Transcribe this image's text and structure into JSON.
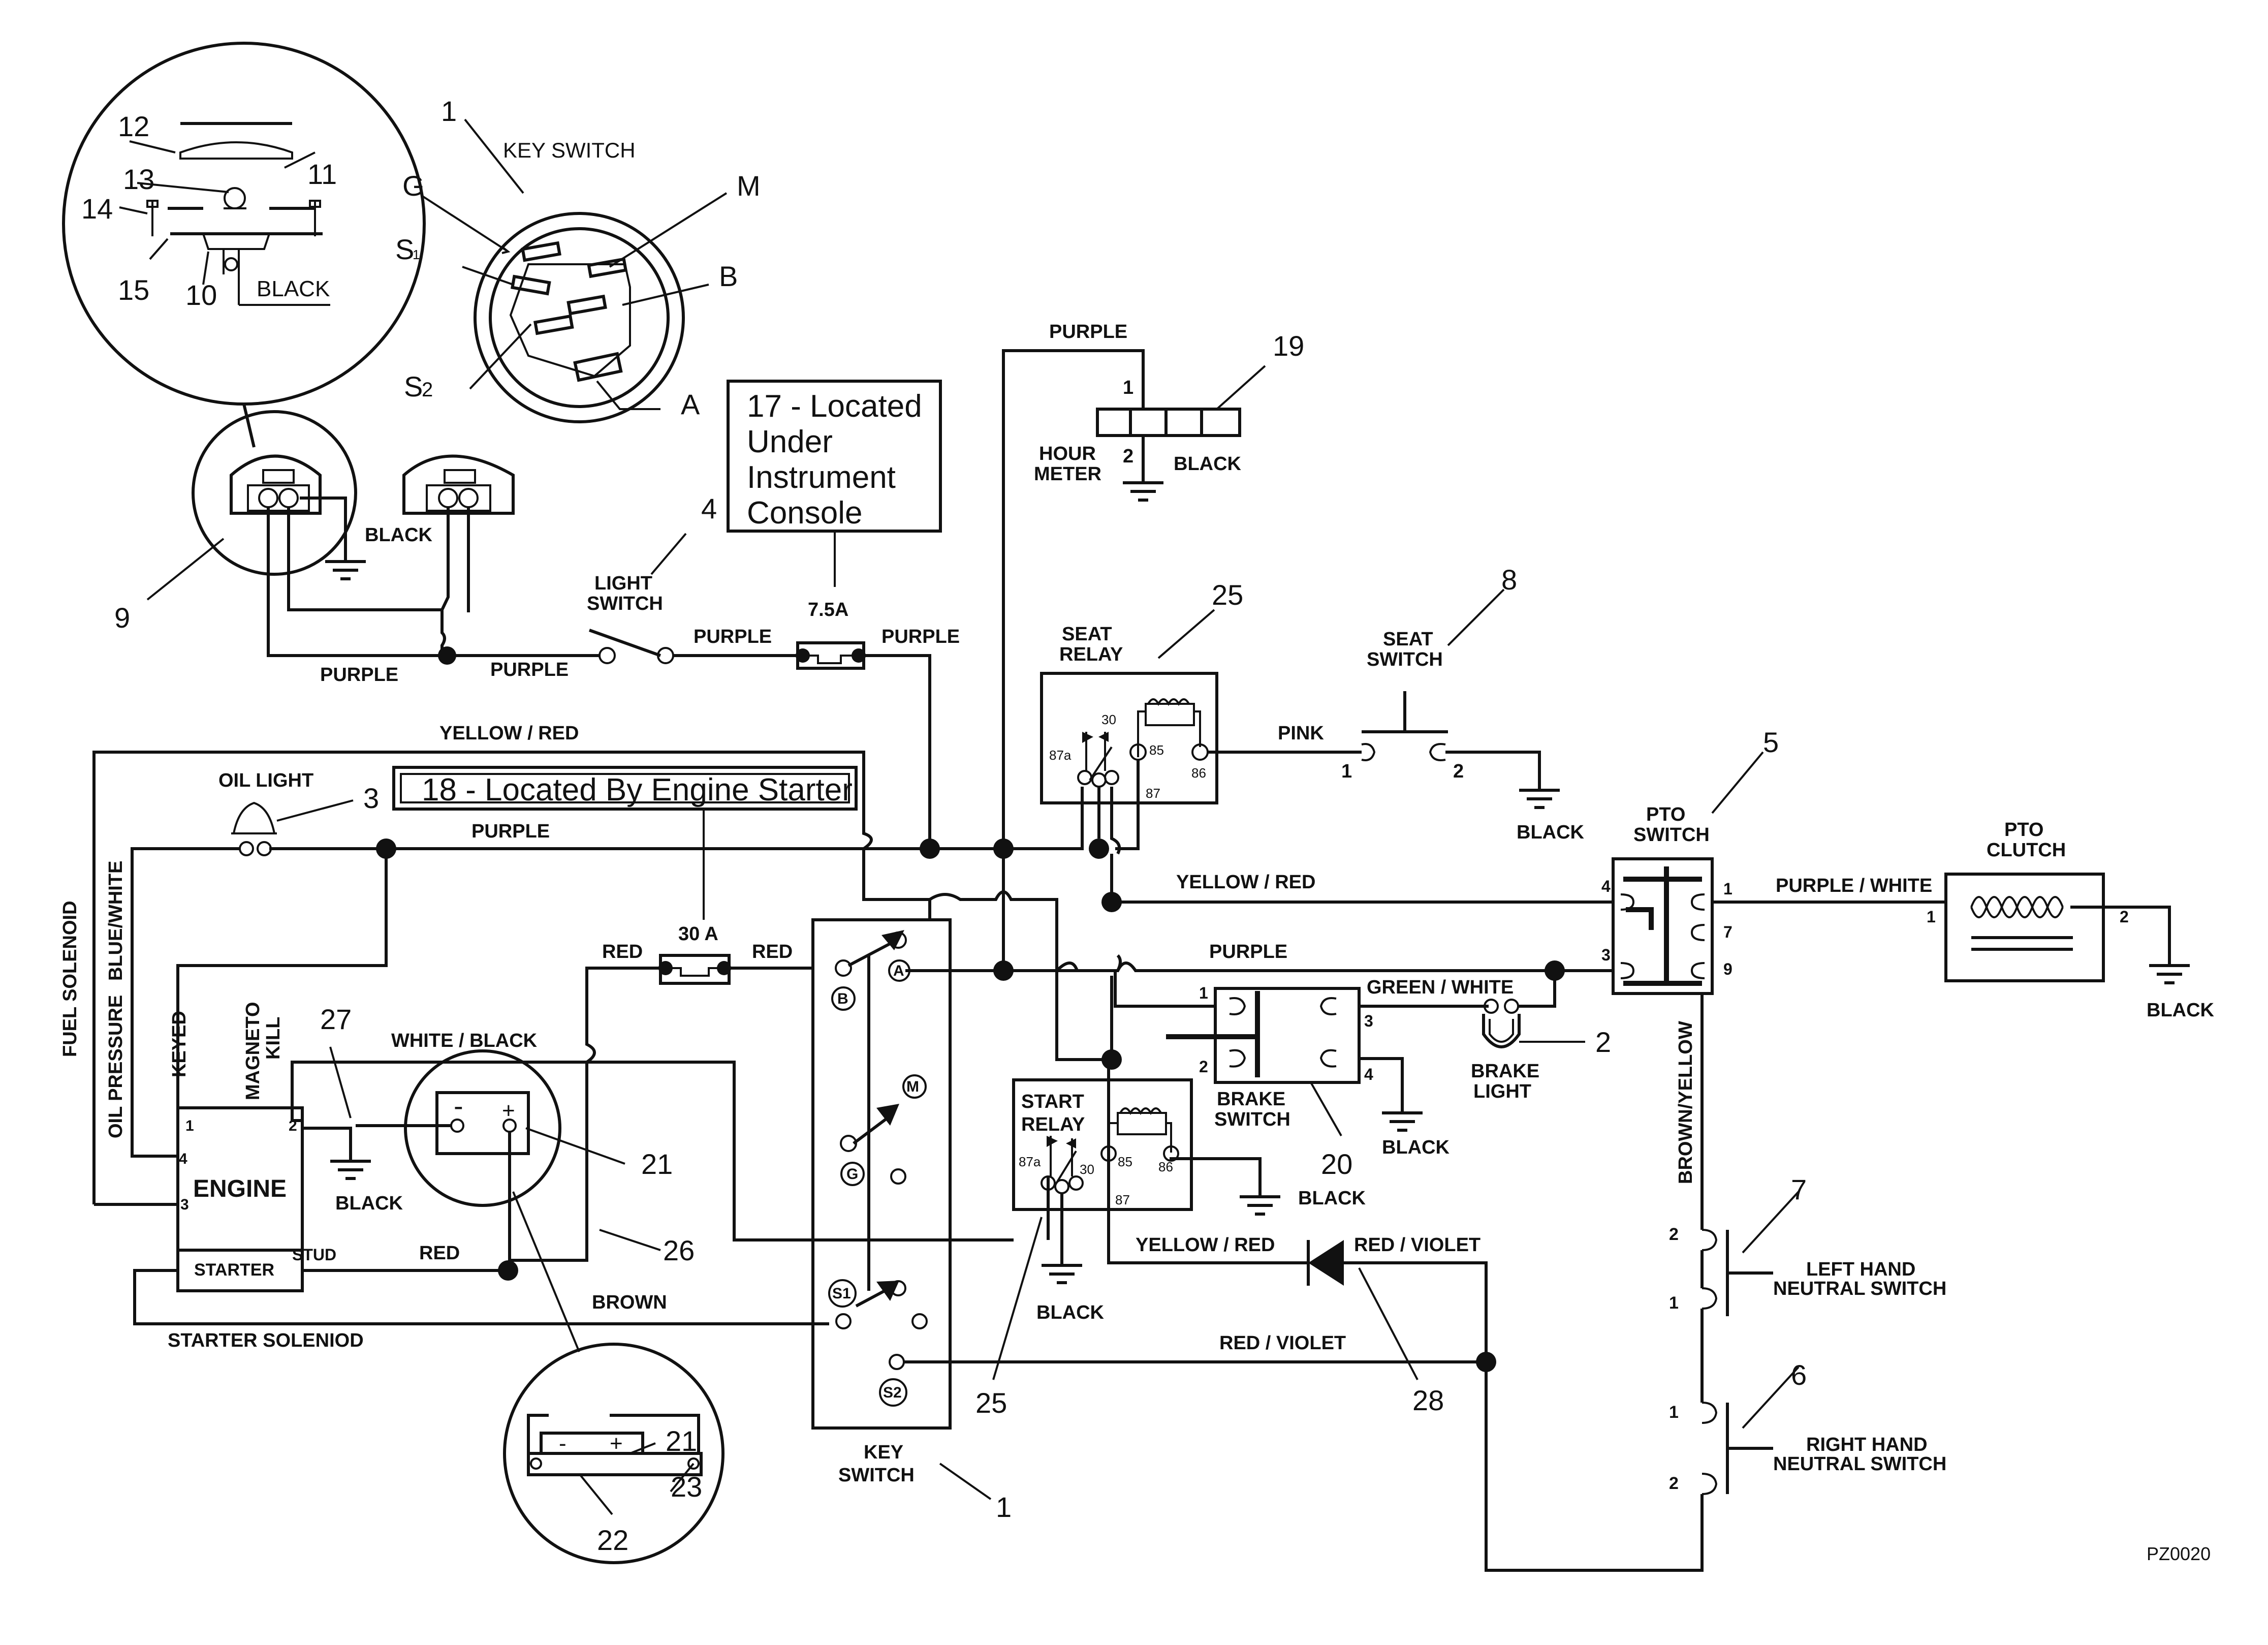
{
  "callouts": {
    "c1_top": "1",
    "c1_bottom": "1",
    "c2": "2",
    "c3": "3",
    "c4": "4",
    "c5": "5",
    "c6": "6",
    "c7": "7",
    "c8": "8",
    "c9": "9",
    "c10": "10",
    "c11": "11",
    "c12": "12",
    "c13": "13",
    "c14": "14",
    "c15": "15",
    "c19": "19",
    "c20": "20",
    "c21a": "21",
    "c21b": "21",
    "c22": "22",
    "c23": "23",
    "c25a": "25",
    "c25b": "25",
    "c26": "26",
    "c27": "27",
    "c28": "28"
  },
  "key_switch_top": {
    "title": "KEY SWITCH",
    "pins": {
      "g": "G",
      "m": "M",
      "s1": "S",
      "s1_sub": "1",
      "b": "B",
      "s2": "S",
      "s2_sub": "2",
      "a": "A"
    }
  },
  "bulb": {
    "black": "BLACK"
  },
  "lamp_ground": "BLACK",
  "note17": {
    "line1": "17 - Located",
    "line2": "Under",
    "line3": "Instrument",
    "line4": "Console"
  },
  "fuse_small": "7.5A",
  "note18": "18 - Located By Engine Starter",
  "fuse_large": "30 A",
  "light_switch": {
    "line1": "LIGHT",
    "line2": "SWITCH"
  },
  "hour_meter": {
    "line1": "HOUR",
    "line2": "METER",
    "pin1": "1",
    "pin2": "2",
    "black": "BLACK"
  },
  "seat_relay": {
    "line1": "SEAT",
    "line2": "RELAY",
    "p87a": "87a",
    "p30": "30",
    "p85": "85",
    "p86": "86",
    "p87": "87"
  },
  "start_relay": {
    "line1": "START",
    "line2": "RELAY",
    "p87a": "87a",
    "p30": "30",
    "p85": "85",
    "p86": "86",
    "p87": "87"
  },
  "seat_switch": {
    "line1": "SEAT",
    "line2": "SWITCH",
    "pin1": "1",
    "pin2": "2",
    "black": "BLACK"
  },
  "pto_switch": {
    "line1": "PTO",
    "line2": "SWITCH",
    "p4": "4",
    "p1": "1",
    "p7": "7",
    "p3": "3",
    "p9": "9"
  },
  "pto_clutch": {
    "line1": "PTO",
    "line2": "CLUTCH",
    "pin1": "1",
    "pin2": "2",
    "black": "BLACK"
  },
  "oil_light": "OIL LIGHT",
  "engine": {
    "label": "ENGINE",
    "starter": "STARTER",
    "stud": "STUD",
    "pin1": "1",
    "pin2": "2",
    "pin3": "3",
    "pin4": "4",
    "fuel_solenoid": "FUEL SOLENOID",
    "blue_white": "BLUE/WHITE",
    "oil_pressure": "OIL PRESSURE",
    "keyed": "KEYED",
    "magneto": "MAGNETO",
    "kill": "KILL"
  },
  "key_switch_bottom": {
    "line1": "KEY",
    "line2": "SWITCH",
    "a": "A",
    "b": "B",
    "m": "M",
    "g": "G",
    "s1": "S1",
    "s2": "S2"
  },
  "brake_switch": {
    "line1": "BRAKE",
    "line2": "SWITCH",
    "p1": "1",
    "p2": "2",
    "p3": "3",
    "p4": "4"
  },
  "brake_light": {
    "line1": "BRAKE",
    "line2": "LIGHT"
  },
  "left_neutral": {
    "line1": "LEFT HAND",
    "line2": "NEUTRAL SWITCH",
    "p1": "1",
    "p2": "2"
  },
  "right_neutral": {
    "line1": "RIGHT HAND",
    "line2": "NEUTRAL SWITCH",
    "p1": "1",
    "p2": "2"
  },
  "battery": {
    "minus": "-",
    "plus": "+"
  },
  "wires": {
    "purple_a": "PURPLE",
    "purple_b": "PURPLE",
    "purple_c": "PURPLE",
    "purple_d": "PURPLE",
    "purple_e": "PURPLE",
    "purple_f": "PURPLE",
    "purple_g": "PURPLE",
    "yellow_red_a": "YELLOW / RED",
    "yellow_red_b": "YELLOW / RED",
    "yellow_red_c": "YELLOW / RED",
    "black_a": "BLACK",
    "black_b": "BLACK",
    "black_c": "BLACK",
    "black_d": "BLACK",
    "black_e": "BLACK",
    "black_f": "BLACK",
    "pink": "PINK",
    "purple_white": "PURPLE / WHITE",
    "green_white": "GREEN / WHITE",
    "red_a": "RED",
    "red_b": "RED",
    "red_c": "RED",
    "white_black": "WHITE / BLACK",
    "brown": "BROWN",
    "brown_yellow": "BROWN/YELLOW",
    "red_violet_a": "RED / VIOLET",
    "red_violet_b": "RED / VIOLET",
    "starter_solenoid": "STARTER SOLENIOD"
  },
  "diagram_code": "PZ0020"
}
